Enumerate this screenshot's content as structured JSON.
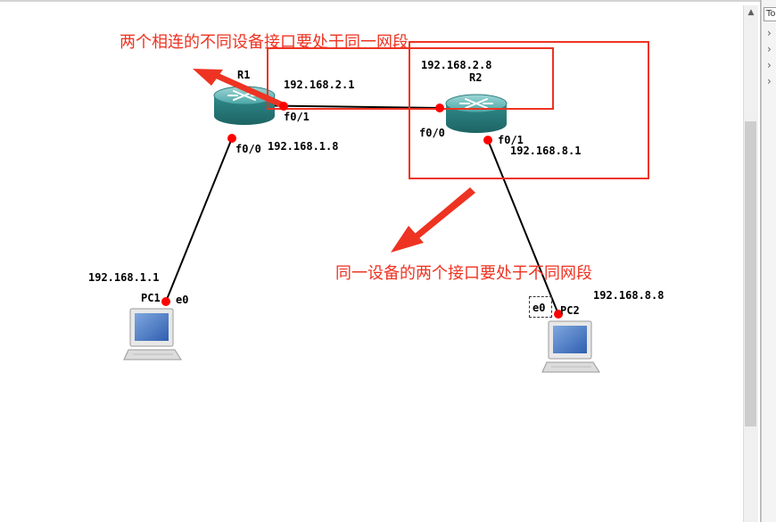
{
  "annotations": {
    "top_note": "两个相连的不同设备接口要处于同一网段",
    "bottom_note": "同一设备的两个接口要处于不同网段"
  },
  "colors": {
    "annotation": "#ee3322",
    "interface_dot": "#ff0000",
    "router_body": "#2f8a8a"
  },
  "routers": [
    {
      "name": "R1",
      "icon": "router-icon",
      "interfaces": [
        {
          "name": "f0/1",
          "ip": "192.168.2.1"
        },
        {
          "name": "f0/0",
          "ip": "192.168.1.8"
        }
      ]
    },
    {
      "name": "R2",
      "icon": "router-icon",
      "interfaces": [
        {
          "name": "f0/0",
          "ip": "192.168.2.8"
        },
        {
          "name": "f0/1",
          "ip": "192.168.8.1"
        }
      ]
    }
  ],
  "pcs": [
    {
      "name": "PC1",
      "icon": "pc-icon",
      "interface": "e0",
      "ip": "192.168.1.1"
    },
    {
      "name": "PC2",
      "icon": "pc-icon",
      "interface": "e0",
      "ip": "192.168.8.8"
    }
  ],
  "side_panel": {
    "header": "To"
  }
}
